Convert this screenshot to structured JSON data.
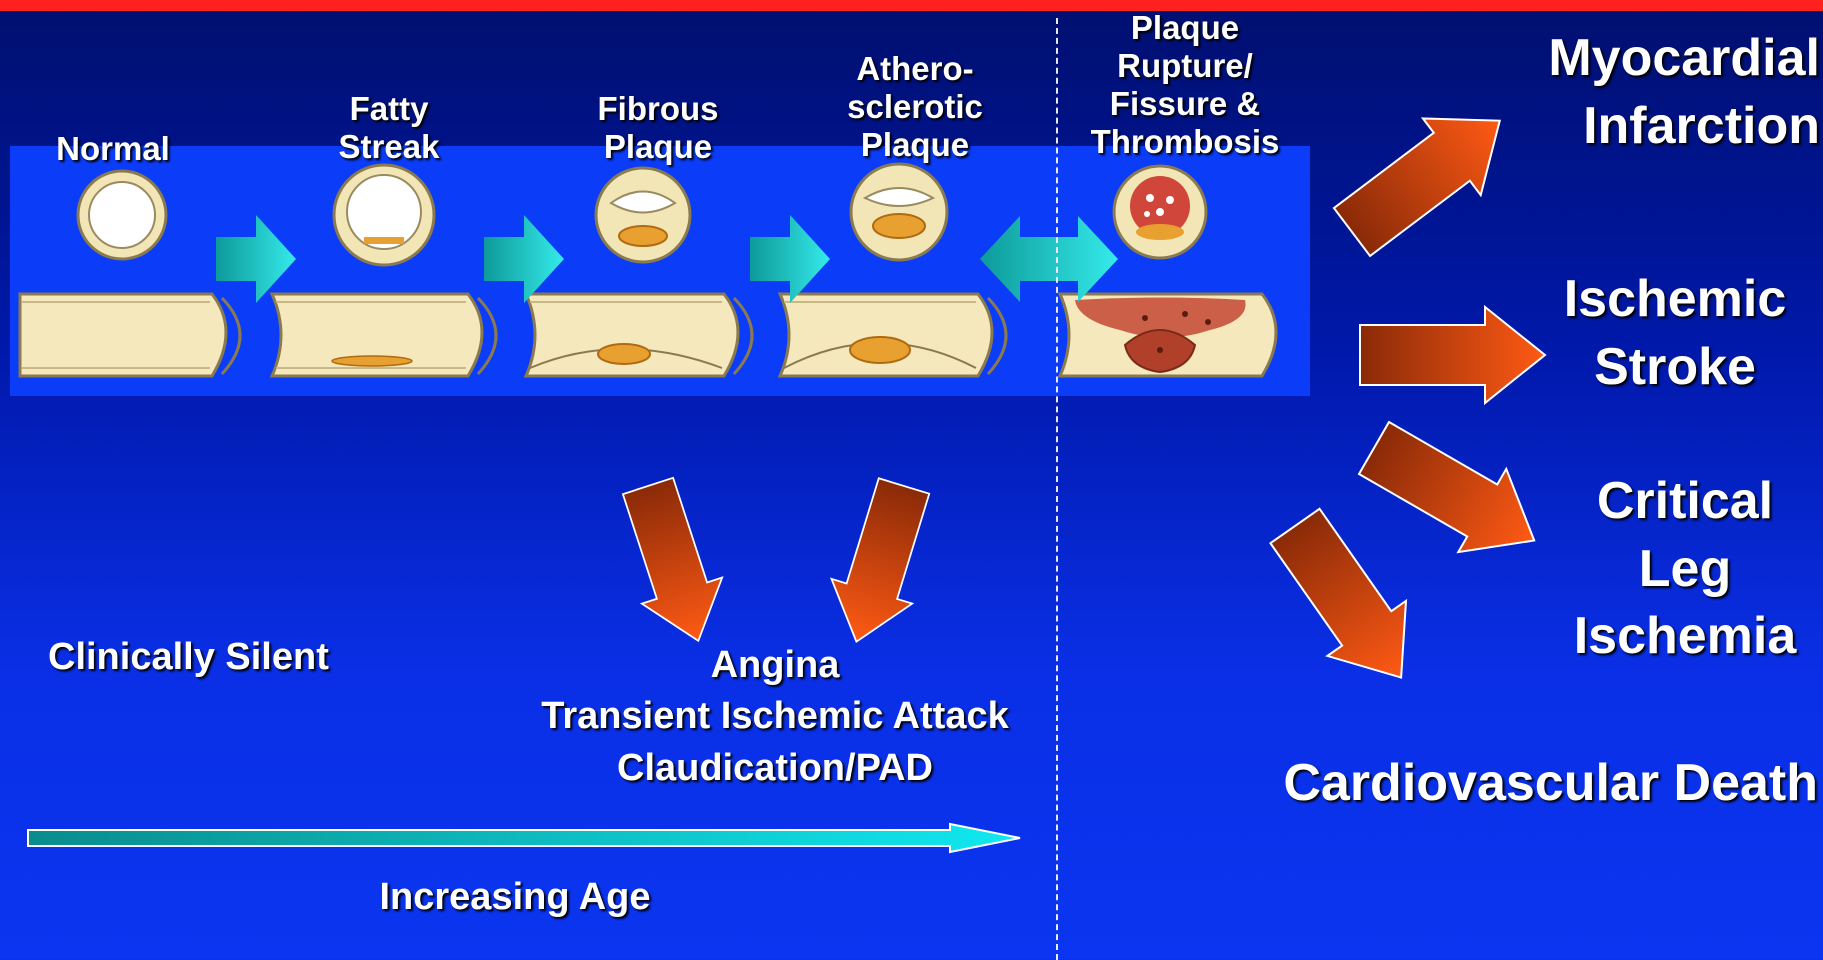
{
  "stages": [
    {
      "label": "Normal"
    },
    {
      "label": "Fatty\nStreak"
    },
    {
      "label": "Fibrous\nPlaque"
    },
    {
      "label": "Athero-\nsclerotic\nPlaque"
    },
    {
      "label": "Plaque\nRupture/\nFissure &\nThrombosis"
    }
  ],
  "outcomes": {
    "mi": "Myocardial\nInfarction",
    "stroke": "Ischemic\nStroke",
    "leg": "Critical\nLeg\nIschemia",
    "death": "Cardiovascular Death"
  },
  "clinically_silent": "Clinically Silent",
  "symptoms": "Angina\nTransient Ischemic Attack\nClaudication/PAD",
  "age_axis": "Increasing Age",
  "colors": {
    "background_top": "#000f6e",
    "background_bottom": "#0b35f0",
    "header_bar": "#ff2020",
    "band": "#0b3cf8",
    "transition_arrow": "#19c4c4",
    "outcome_arrow_start": "#8a2a08",
    "outcome_arrow_end": "#ff5a14",
    "vessel_wall": "#f4e8bc",
    "plaque": "#e8a030",
    "thrombus": "#c0402a"
  }
}
